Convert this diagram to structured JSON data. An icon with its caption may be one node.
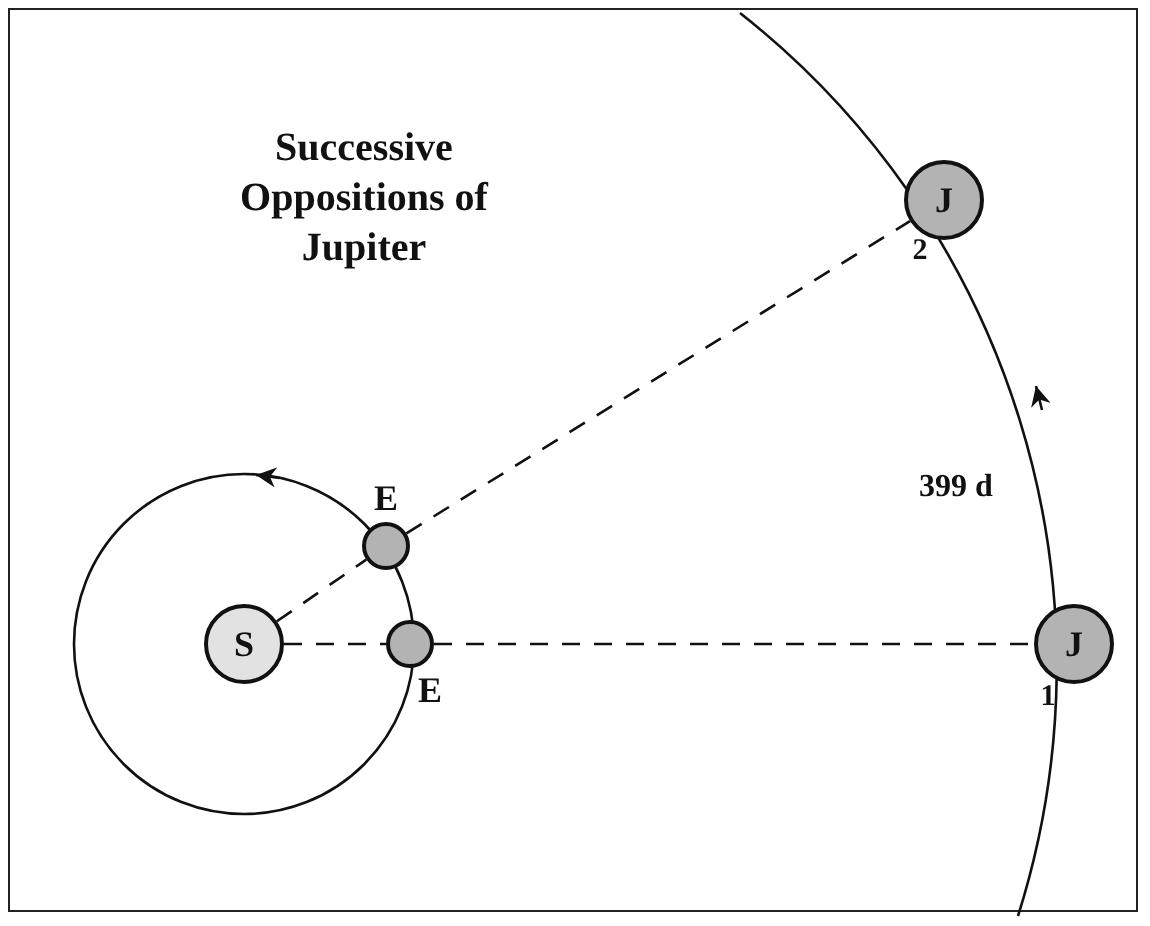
{
  "diagram": {
    "title": "Successive Oppositions of Jupiter",
    "nodes": [
      {
        "text": [
          "J"
        ],
        "beside": [
          "2"
        ]
      },
      {
        "text": [
          "E"
        ]
      },
      {
        "text": [
          "S"
        ]
      },
      {
        "text": [
          "E"
        ]
      },
      {
        "text": [
          "J"
        ],
        "beside": [
          "1"
        ]
      }
    ],
    "edges": [
      {
        "from": 2,
        "to": 1,
        "arrow": "none",
        "style": "dashed"
      },
      {
        "from": 1,
        "to": 0,
        "arrow": "none",
        "style": "dashed"
      },
      {
        "from": 2,
        "to": 3,
        "arrow": "none",
        "style": "dashed"
      },
      {
        "from": 3,
        "to": 4,
        "arrow": "none",
        "style": "dashed"
      }
    ],
    "labels": [
      "399 d"
    ]
  }
}
